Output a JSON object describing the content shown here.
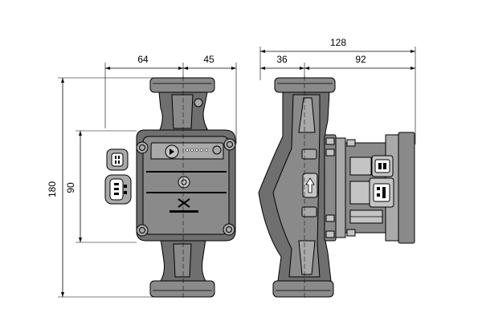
{
  "dimensions": {
    "front_left_width": "64",
    "front_right_width": "45",
    "overall_height": "180",
    "control_box_height": "90",
    "side_total_width": "128",
    "side_left_offset": "36",
    "side_right_width": "92"
  },
  "colors": {
    "housing_dark": "#6f6f6f",
    "housing_mid": "#8a8a8a",
    "housing_light": "#a9a9a9",
    "line": "#000000"
  },
  "icons": {
    "front_logo": "grundfos-logo-icon",
    "side_arrow": "flow-direction-arrow-icon"
  }
}
